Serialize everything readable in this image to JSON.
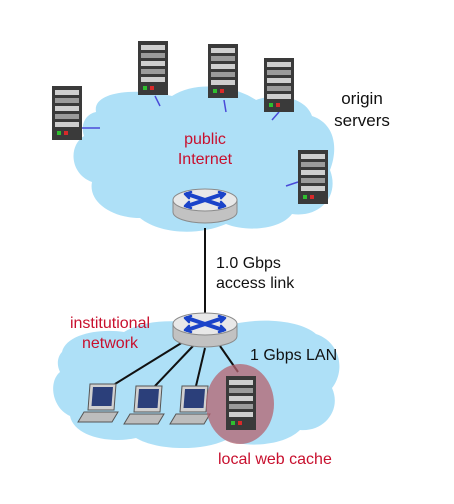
{
  "labels": {
    "public_internet_line1": "public",
    "public_internet_line2": "Internet",
    "origin_servers_line1": "origin",
    "origin_servers_line2": "servers",
    "access_link_line1": "1.0 Gbps",
    "access_link_line2": "access link",
    "institutional_line1": "institutional",
    "institutional_line2": "network",
    "lan_label": "1 Gbps LAN",
    "cache_label": "local web cache"
  },
  "colors": {
    "cloud": "#aee0f7",
    "router_body": "#e4e4e4",
    "router_arrows": "#1a43c9",
    "server_body": "#3a3a3a",
    "cache_highlight": "#b4636f",
    "red_text": "#c8102e"
  },
  "icons": {
    "router": "router-icon",
    "server": "server-icon",
    "workstation": "workstation-icon"
  }
}
